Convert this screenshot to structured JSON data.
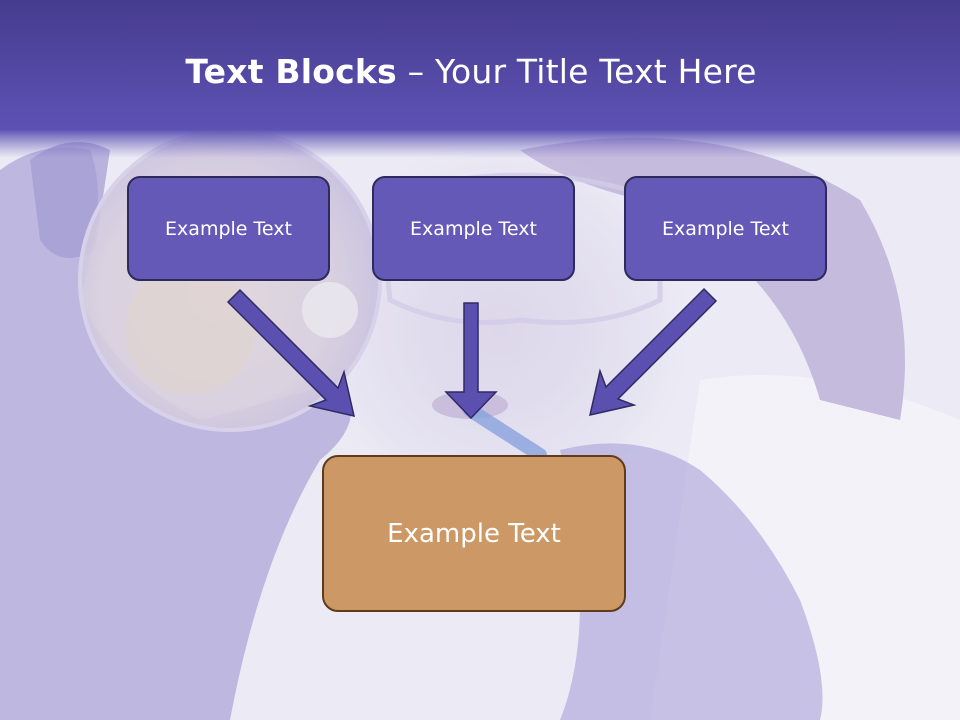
{
  "slide": {
    "title_bold": "Text Blocks",
    "title_rest": " – Your Title Text Here",
    "boxes": [
      {
        "label": "Example Text"
      },
      {
        "label": "Example Text"
      },
      {
        "label": "Example Text"
      }
    ],
    "main_box": {
      "label": "Example Text"
    }
  },
  "colors": {
    "header": "#5a4fae",
    "box_fill": "#6559b8",
    "box_border": "#2e2a5c",
    "main_fill": "#cc9966",
    "main_border": "#5e3b1c",
    "arrow": "#5b4fb0"
  }
}
